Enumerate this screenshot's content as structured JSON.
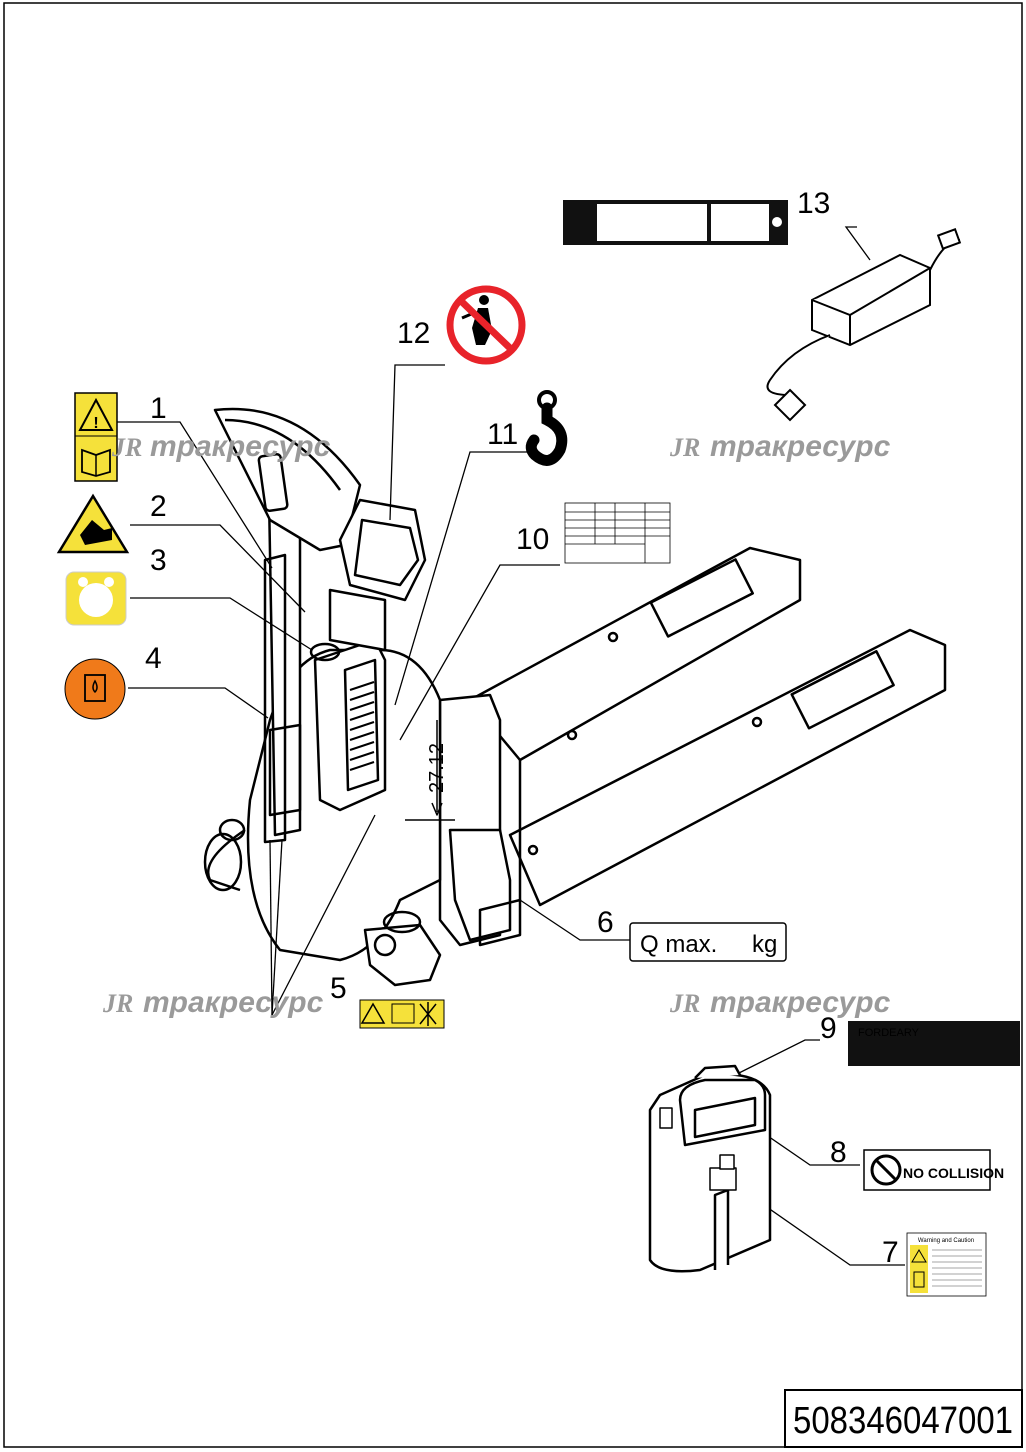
{
  "part_numbers": [
    "1",
    "2",
    "3",
    "4",
    "5",
    "6",
    "7",
    "8",
    "9",
    "10",
    "11",
    "12",
    "13"
  ],
  "watermark": {
    "logo": "JR",
    "text": "тракресурс"
  },
  "drawing_code": "508346047001",
  "dimension": "27.12",
  "label_6": {
    "left": "Q max.",
    "right": "kg"
  },
  "label_8": "NO COLLISION",
  "label_9_brand": "FORDEARY",
  "label_7_title": "Warning and Caution",
  "colors": {
    "warning_yellow": "#f5e13a",
    "orange": "#f07a1a",
    "prohibit_red": "#e8232a",
    "watermark": "#9a9a9a"
  }
}
